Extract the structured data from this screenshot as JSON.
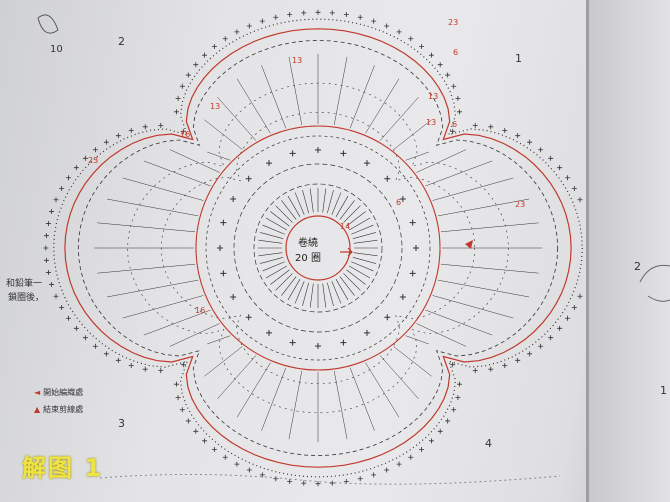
{
  "caption": "解图 1",
  "center_label": {
    "line1": "卷繞",
    "line2": "20 圈"
  },
  "petal_numbers": [
    "1",
    "2",
    "3",
    "4"
  ],
  "left_page_number": "10",
  "right_page_numbers": [
    "2",
    "1"
  ],
  "left_note": {
    "line1": "和鉛筆一",
    "line2": "鎖圈後，"
  },
  "legend": {
    "start": "開始編織處",
    "end": "結束剪線處"
  },
  "round_counts": [
    "23",
    "13",
    "13",
    "16",
    "23",
    "6",
    "13",
    "13",
    "6",
    "23",
    "16",
    "6",
    "14"
  ],
  "colors": {
    "red_line": "#c0392b",
    "ink": "#333333",
    "caption": "#f0e442"
  }
}
